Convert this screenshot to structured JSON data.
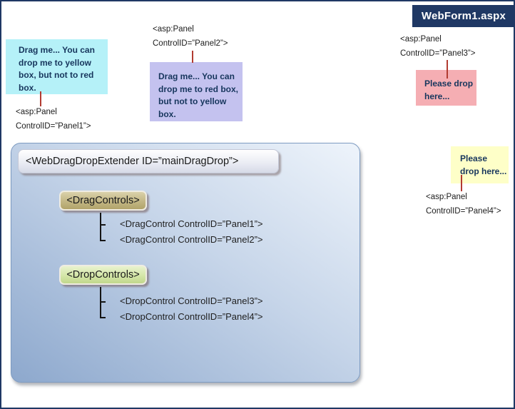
{
  "window": {
    "title": "WebForm1.aspx"
  },
  "notes": {
    "panel1": {
      "text": "Drag me... You can drop me to yellow box, but not to red box.",
      "label_l1": "<asp:Panel",
      "label_l2": "ControlID=”Panel1”>"
    },
    "panel2": {
      "text": "Drag me... You can drop me to red box, but not to yellow box.",
      "label_l1": "<asp:Panel",
      "label_l2": "ControlID=”Panel2”>"
    },
    "panel3": {
      "text": "Please drop here...",
      "label_l1": "<asp:Panel",
      "label_l2": "ControlID=”Panel3”>"
    },
    "panel4": {
      "text": "Please drop here...",
      "label_l1": "<asp:Panel",
      "label_l2": "ControlID=”Panel4”>"
    }
  },
  "extender": {
    "header": "<WebDragDropExtender ID=”mainDragDrop”>",
    "drag_group": {
      "title": "<DragControls>",
      "items": [
        "<DragControl ControlID=”Panel1”>",
        "<DragControl ControlID=”Panel2”>"
      ]
    },
    "drop_group": {
      "title": "<DropControls>",
      "items": [
        "<DropControl ControlID=”Panel3”>",
        "<DropControl ControlID=”Panel4”>"
      ]
    }
  },
  "colors": {
    "titlebar_bg": "#1f3864",
    "outer_border": "#1f3864",
    "note_panel1_bg": "#b5f1f8",
    "note_panel2_bg": "#c4c2ef",
    "note_panel3_bg": "#f5aeb3",
    "note_panel4_bg": "#feffc8",
    "note_text": "#17365d",
    "connector_red": "#b23b31",
    "panel_gradient_light": "#eef4fb",
    "panel_gradient_dark": "#8da8cd",
    "drag_group_bg": "#c3b784",
    "drop_group_bg": "#d4e6a8"
  }
}
